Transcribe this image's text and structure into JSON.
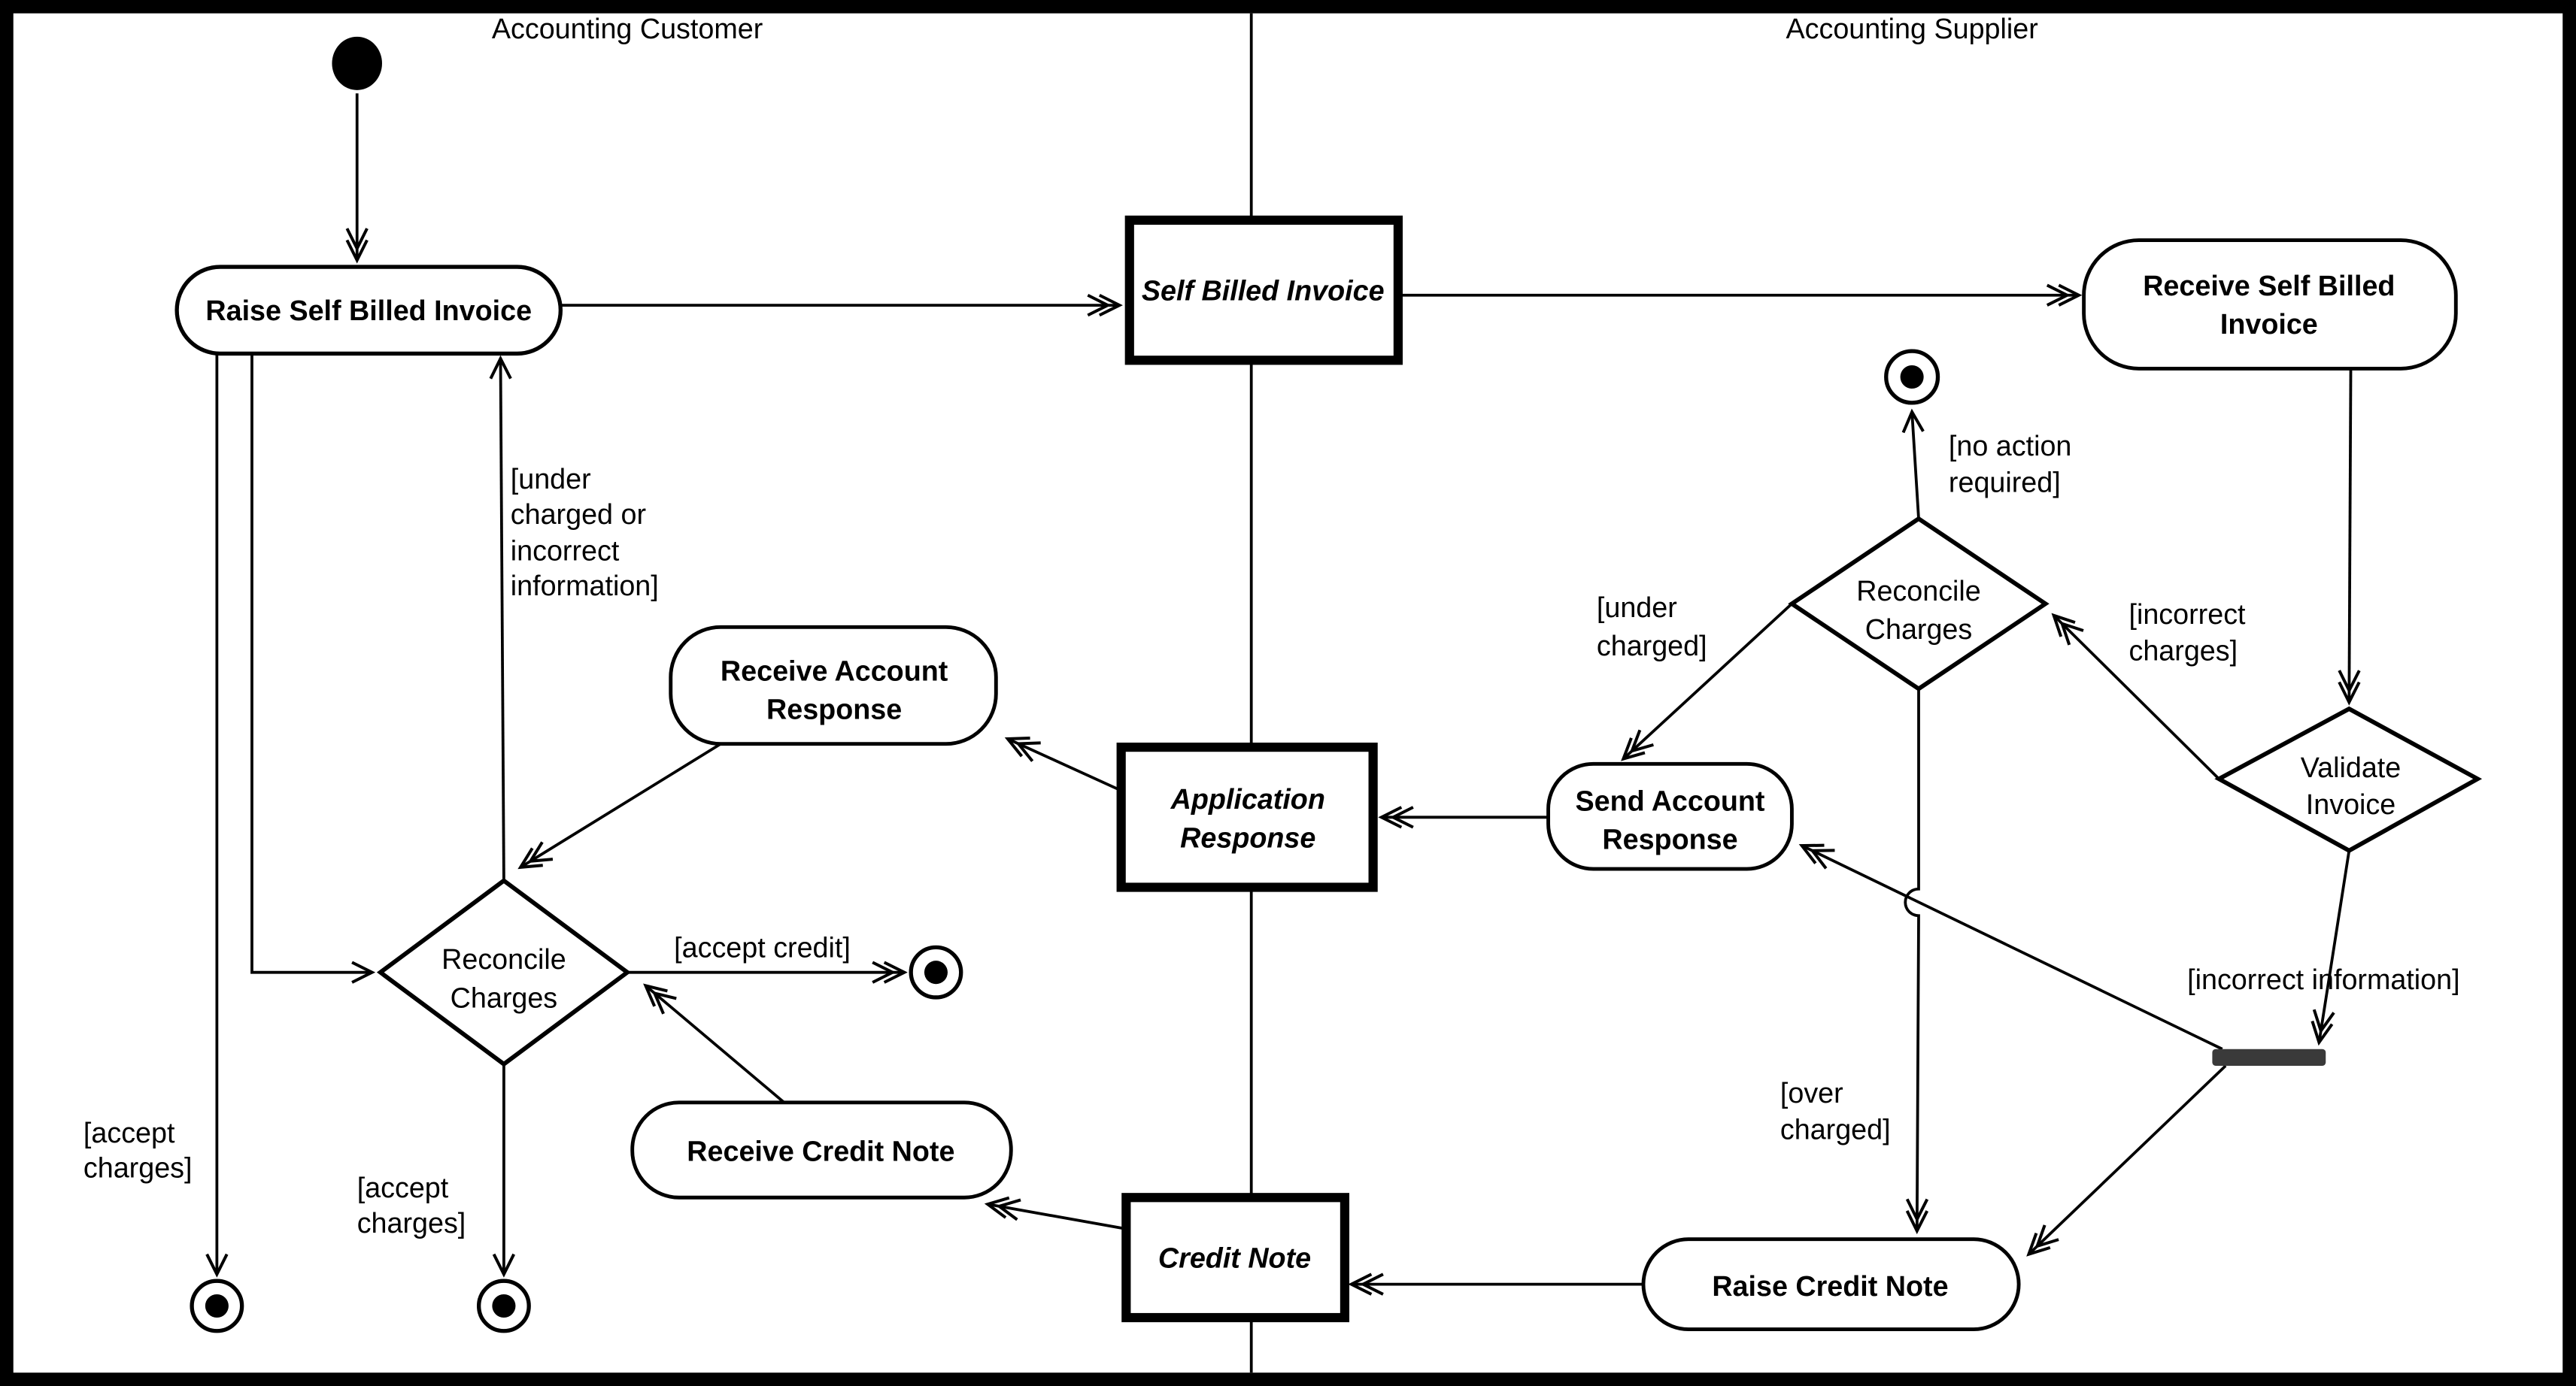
{
  "lanes": {
    "customer": "Accounting Customer",
    "supplier": "Accounting Supplier"
  },
  "activities": {
    "raise_self_billed_invoice": "Raise Self Billed Invoice",
    "receive_self_billed_invoice": [
      "Receive Self Billed",
      "Invoice"
    ],
    "send_account_response": [
      "Send Account",
      "Response"
    ],
    "receive_account_response": [
      "Receive Account",
      "Response"
    ],
    "receive_credit_note": "Receive Credit Note",
    "raise_credit_note": "Raise Credit Note"
  },
  "objects": {
    "self_billed_invoice": "Self Billed Invoice",
    "application_response": [
      "Application",
      "Response"
    ],
    "credit_note": "Credit Note"
  },
  "decisions": {
    "validate_invoice": [
      "Validate",
      "Invoice"
    ],
    "reconcile_charges_supplier": [
      "Reconcile",
      "Charges"
    ],
    "reconcile_charges_customer": [
      "Reconcile",
      "Charges"
    ]
  },
  "guards": {
    "no_action_required": [
      "[no action",
      "required]"
    ],
    "incorrect_charges": [
      "[incorrect",
      "charges]"
    ],
    "under_charged": [
      "[under",
      "charged]"
    ],
    "under_charged_or_incorrect_information": [
      "[under",
      "charged or",
      "incorrect",
      "information]"
    ],
    "accept_credit": "[accept credit]",
    "accept_charges_left": [
      "[accept",
      "charges]"
    ],
    "accept_charges_middle": [
      "[accept",
      "charges]"
    ],
    "over_charged": [
      "[over",
      "charged]"
    ],
    "incorrect_information": "[incorrect information]"
  },
  "colors": {
    "line": "#000000",
    "background": "#ffffff",
    "sync_bar": "#3a3a3a"
  }
}
